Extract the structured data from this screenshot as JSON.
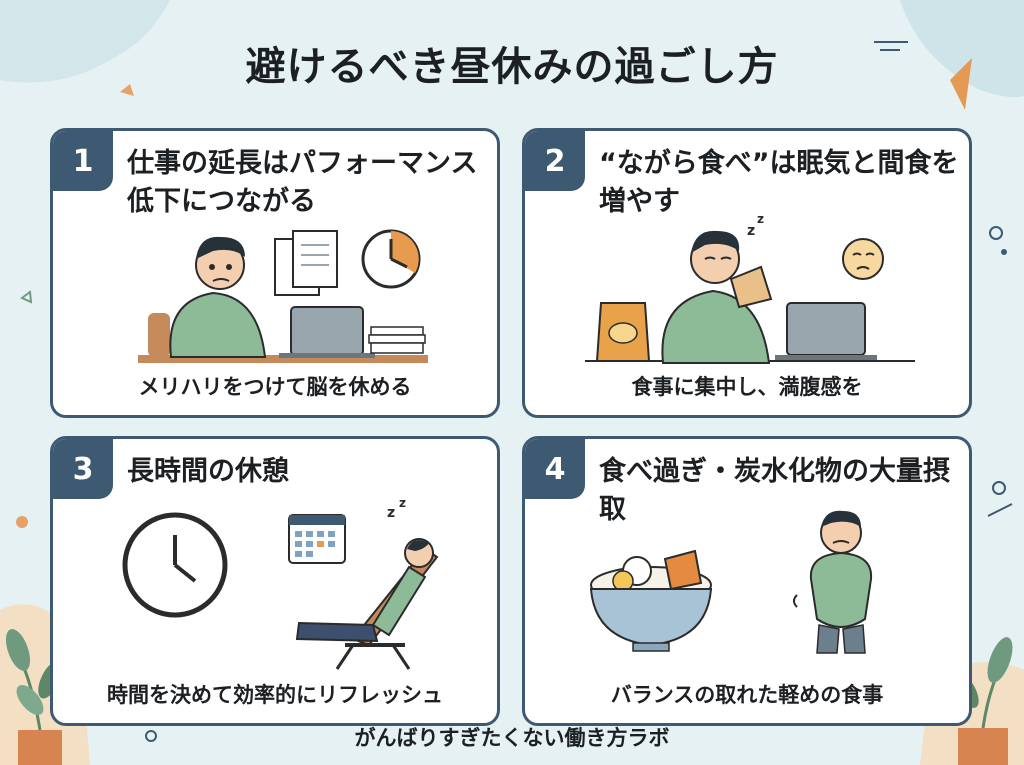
{
  "title": "避けるべき昼休みの過ごし方",
  "cards": [
    {
      "number": "1",
      "title": "仕事の延長はパフォーマンス低下につながる",
      "caption": "メリハリをつけて脳を休める"
    },
    {
      "number": "2",
      "title": "“ながら食べ”は眠気と間食を増やす",
      "caption": "食事に集中し、満腹感を"
    },
    {
      "number": "3",
      "title": "長時間の休憩",
      "caption": "時間を決めて効率的にリフレッシュ"
    },
    {
      "number": "4",
      "title": "食べ過ぎ・炭水化物の大量摂取",
      "caption": "バランスの取れた軽めの食事"
    }
  ],
  "footer": "がんばりすぎたくない働き方ラボ",
  "colors": {
    "background": "#e6f1f3",
    "card_border": "#3d5a72",
    "shirt": "#8dbb98",
    "accent": "#e89a4f"
  }
}
